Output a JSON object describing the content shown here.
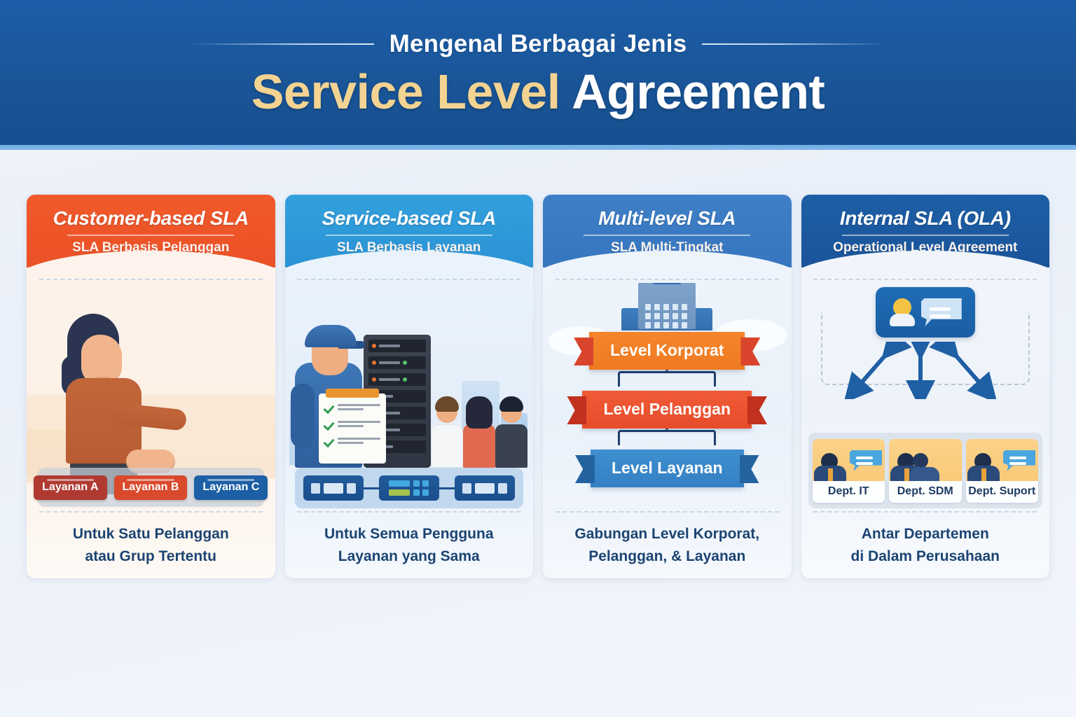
{
  "header": {
    "kicker": "Mengenal Berbagai Jenis",
    "title_gold": "Service Level",
    "title_white": "Agreement",
    "banner_color": "#1a5598",
    "accent_color": "#6fb0e6",
    "gold_color": "#f3d392"
  },
  "columns": [
    {
      "title": "Customer-based SLA",
      "subtitle": "SLA Berbasis Pelanggan",
      "header_color": "#ee5227",
      "caption_line1": "Untuk Satu Pelanggan",
      "caption_line2": "atau Grup Tertentu",
      "badges": [
        {
          "label": "Layanan A",
          "color": "#b03a32"
        },
        {
          "label": "Layanan B",
          "color": "#d9492c"
        },
        {
          "label": "Layanan C",
          "color": "#1c5fa5"
        }
      ]
    },
    {
      "title": "Service-based SLA",
      "subtitle": "SLA Berbasis Layanan",
      "header_color": "#2f99d8",
      "caption_line1": "Untuk Semua Pengguna",
      "caption_line2": "Layanan yang Sama"
    },
    {
      "title": "Multi-level SLA",
      "subtitle": "SLA Multi-Tingkat",
      "header_color": "#3a7ac2",
      "caption_line1": "Gabungan Level Korporat,",
      "caption_line2": "Pelanggan, & Layanan",
      "ribbons": [
        {
          "label": "Level Korporat",
          "color": "#f1801f"
        },
        {
          "label": "Level Pelanggan",
          "color": "#ea5230"
        },
        {
          "label": "Level Layanan",
          "color": "#3a86c9"
        }
      ]
    },
    {
      "title": "Internal SLA (OLA)",
      "subtitle": "Operational Level Agreement",
      "header_color": "#1a599e",
      "caption_line1": "Antar Departemen",
      "caption_line2": "di Dalam Perusahaan",
      "departments": [
        {
          "label": "Dept. IT"
        },
        {
          "label": "Dept. SDM"
        },
        {
          "label": "Dept. Suport"
        }
      ]
    }
  ]
}
